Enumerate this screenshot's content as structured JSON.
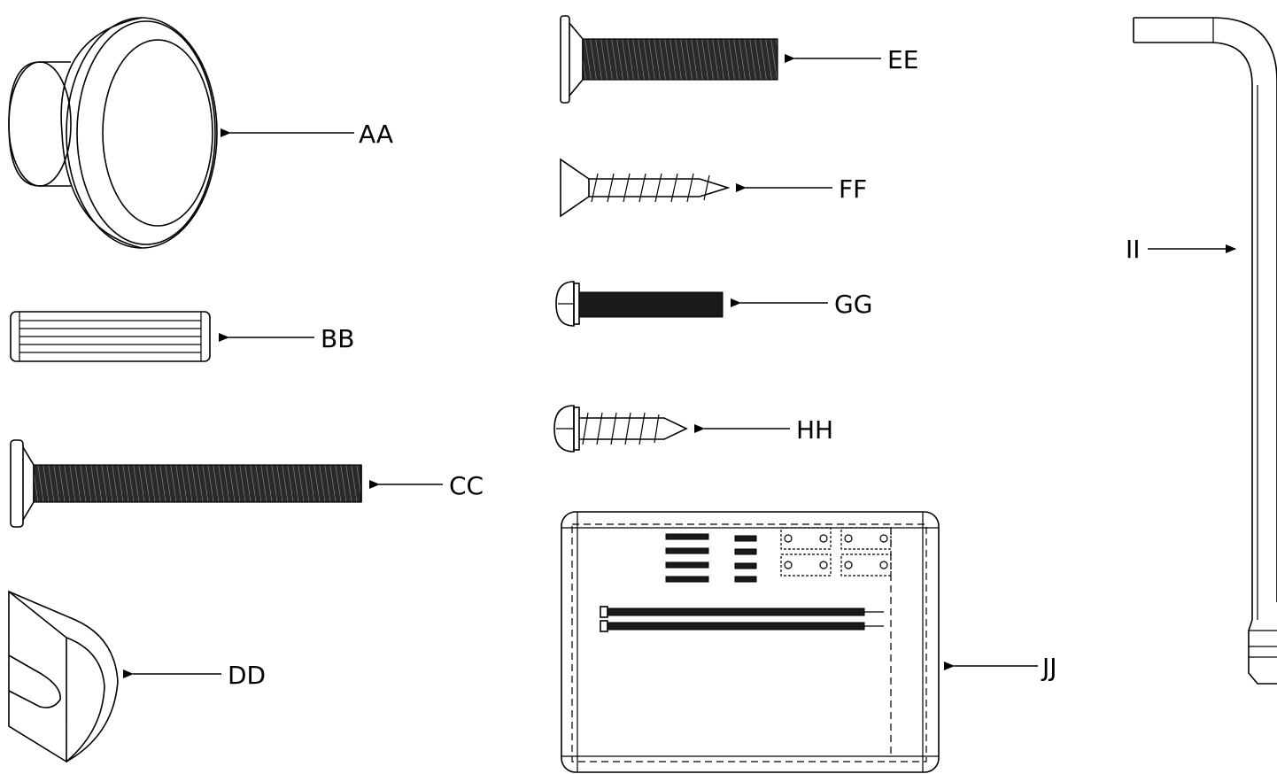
{
  "parts": [
    {
      "id": "AA",
      "label": "AA",
      "desc": "knob"
    },
    {
      "id": "BB",
      "label": "BB",
      "desc": "dowel"
    },
    {
      "id": "CC",
      "label": "CC",
      "desc": "long bolt"
    },
    {
      "id": "DD",
      "label": "DD",
      "desc": "cam lock block"
    },
    {
      "id": "EE",
      "label": "EE",
      "desc": "short bolt"
    },
    {
      "id": "FF",
      "label": "FF",
      "desc": "flat head wood screw"
    },
    {
      "id": "GG",
      "label": "GG",
      "desc": "machine screw"
    },
    {
      "id": "HH",
      "label": "HH",
      "desc": "pan head screw"
    },
    {
      "id": "II",
      "label": "II",
      "desc": "allen wrench"
    },
    {
      "id": "JJ",
      "label": "JJ",
      "desc": "hardware pack"
    }
  ]
}
